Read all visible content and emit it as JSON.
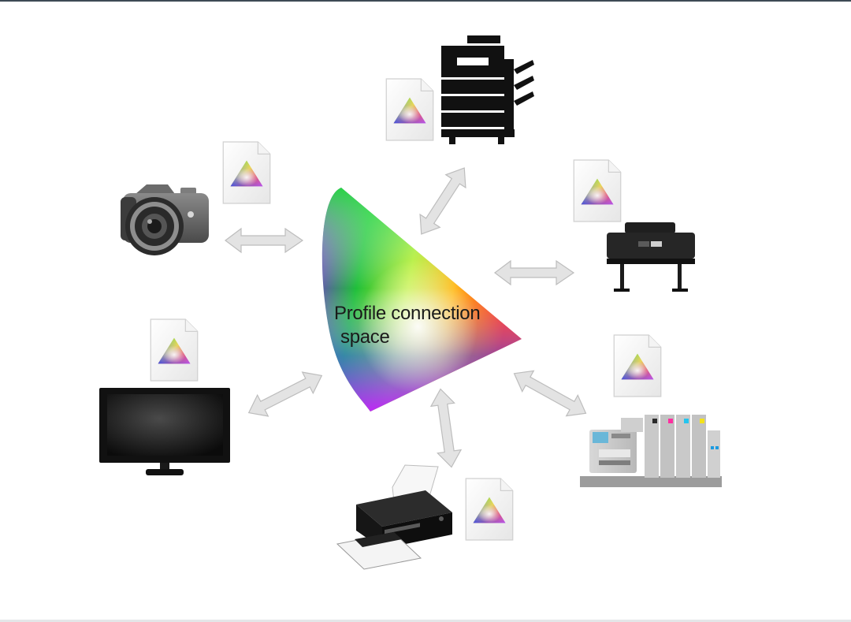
{
  "diagram": {
    "center_label_line1": "Profile connection",
    "center_label_line2": "space"
  },
  "nodes": [
    {
      "name": "digital camera",
      "icon": "camera-icon"
    },
    {
      "name": "office copier",
      "icon": "copier-icon"
    },
    {
      "name": "wide-format printer",
      "icon": "wide-format-printer-icon"
    },
    {
      "name": "desktop monitor",
      "icon": "monitor-icon"
    },
    {
      "name": "inkjet printer",
      "icon": "inkjet-printer-icon"
    },
    {
      "name": "industrial press",
      "icon": "printing-press-icon"
    }
  ],
  "colors": {
    "arrow_fill": "#e3e3e3",
    "arrow_stroke": "#bdbdbd",
    "device_dark": "#111111",
    "border_line": "#3d4a55"
  }
}
